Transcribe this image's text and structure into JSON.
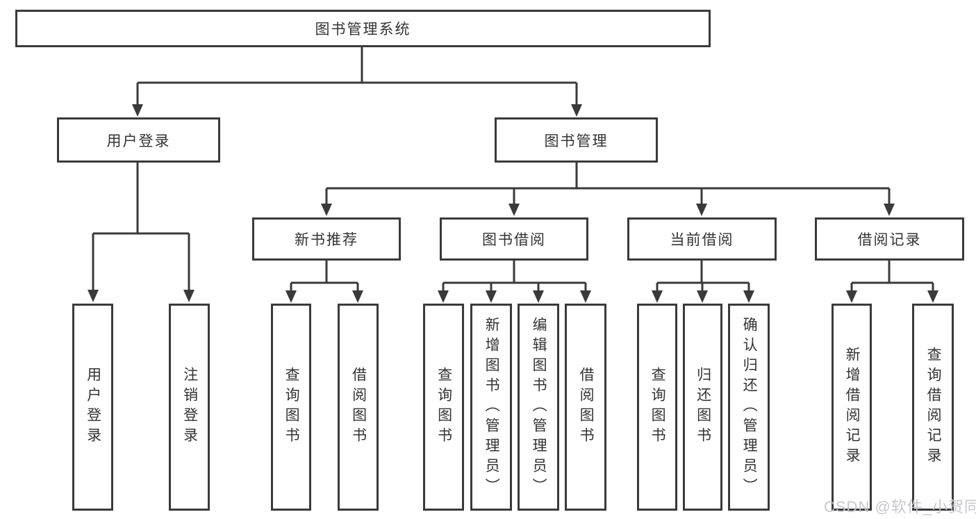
{
  "tree": {
    "root": {
      "label": "图书管理系统"
    },
    "branches": [
      {
        "label": "用户登录",
        "children": [
          {
            "label": "用户登录"
          },
          {
            "label": "注销登录"
          }
        ]
      },
      {
        "label": "图书管理",
        "children": [
          {
            "label": "新书推荐",
            "children": [
              {
                "label": "查询图书"
              },
              {
                "label": "借阅图书"
              }
            ]
          },
          {
            "label": "图书借阅",
            "children": [
              {
                "label": "查询图书"
              },
              {
                "label": "新增图书（管理员）"
              },
              {
                "label": "编辑图书（管理员）"
              },
              {
                "label": "借阅图书"
              }
            ]
          },
          {
            "label": "当前借阅",
            "children": [
              {
                "label": "查询图书"
              },
              {
                "label": "归还图书"
              },
              {
                "label": "确认归还（管理员）"
              }
            ]
          },
          {
            "label": "借阅记录",
            "children": [
              {
                "label": "新增借阅记录"
              },
              {
                "label": "查询借阅记录"
              }
            ]
          }
        ]
      }
    ]
  },
  "watermark": {
    "text": "CSDN @软件_小贺同学"
  },
  "colors": {
    "line": "#3a3a3a",
    "text": "#333333",
    "background": "#ffffff",
    "watermark": "#c6c4ca"
  }
}
